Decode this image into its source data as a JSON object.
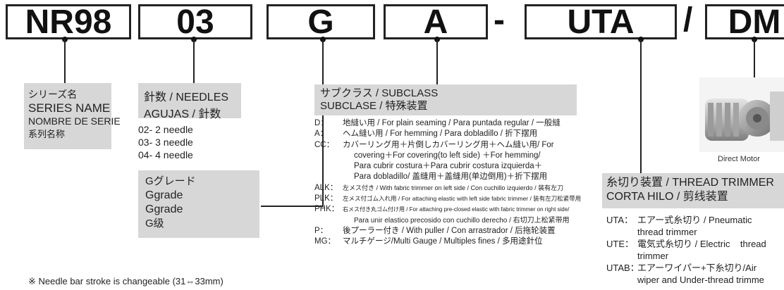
{
  "codes": [
    "NR98",
    "03",
    "G",
    "A",
    "UTA",
    "DM"
  ],
  "separators": [
    "-",
    "/"
  ],
  "series": {
    "lines": [
      "シリーズ名",
      "SERIES NAME",
      "NOMBRE DE SERIE",
      "系列名称"
    ]
  },
  "needles": {
    "lines": [
      "針数 / NEEDLES",
      "AGUJAS / 針数"
    ],
    "items": [
      "02- 2 needle",
      "03- 3 needle",
      "04- 4 needle"
    ]
  },
  "grade": {
    "lines": [
      "Gグレード",
      "Ggrade",
      "Ggrade",
      "G级"
    ]
  },
  "subclass": {
    "lines": [
      "サブクラス / SUBCLASS",
      "SUBCLASE / 特殊装置"
    ],
    "items": [
      {
        "code": "D：",
        "text": "地縫い用 / For plain seaming / Para puntada regular / 一般縫"
      },
      {
        "code": "A：",
        "text": "ヘム縫い用 / For hemming / Para dobladillo / 折下摆用"
      },
      {
        "code": "CC：",
        "text": "カバーリング用＋片倒しカバーリング用＋ヘム縫い用/ For"
      },
      {
        "code": "",
        "text": "covering＋For covering(to left side) ＋For hemming/"
      },
      {
        "code": "",
        "text": "Para cubrir costura＋Para cubrir costura izquierda＋"
      },
      {
        "code": "",
        "text": "Para dobladillo/ 盖缝用＋盖缝用(单边倒用)＋折下摆用"
      },
      {
        "code": "ALK：",
        "text": "左メス付き / With fabric trimmer on left side / Con cuchillo izquierdo / 装有左刀"
      },
      {
        "code": "PLK：",
        "text": "左メス付ゴム入れ用 / For attaching elastic with left side fabric trimmer / 装有左刀松紧带用"
      },
      {
        "code": "PHK：",
        "text": "右メス付き丸ゴム付け用 / For attaching pre-closed elastic with fabric trimmer on right side/"
      },
      {
        "code": "",
        "text": "Para unir elastico precosido con cuchillo derecho / 右切刀上松紧带用"
      },
      {
        "code": "P：",
        "text": "後プーラー付き / With puller / Con arrastrador / 后拖轮装置"
      },
      {
        "code": "MG：",
        "text": "マルチゲージ/Multi Gauge / Multiples fines / 多用途針位"
      }
    ]
  },
  "motor": {
    "caption": "Direct Motor"
  },
  "trimmer": {
    "lines": [
      "糸切り装置 / THREAD TRIMMER",
      "CORTA HILO / 剪线装置"
    ],
    "items": [
      {
        "code": "UTA：",
        "text": "エアー式糸切り / Pneumatic"
      },
      {
        "code": "",
        "text": "thread trimmer"
      },
      {
        "code": "UTE：",
        "text": "電気式糸切り / Electric    thread"
      },
      {
        "code": "",
        "text": "trimmer"
      },
      {
        "code": "UTAB：",
        "text": "エアーワイパー+下糸切り/Air"
      },
      {
        "code": "",
        "text": "wiper and Under-thread trimme"
      }
    ]
  },
  "footnote": "※ Needle bar stroke is changeable (31⇔33mm)"
}
